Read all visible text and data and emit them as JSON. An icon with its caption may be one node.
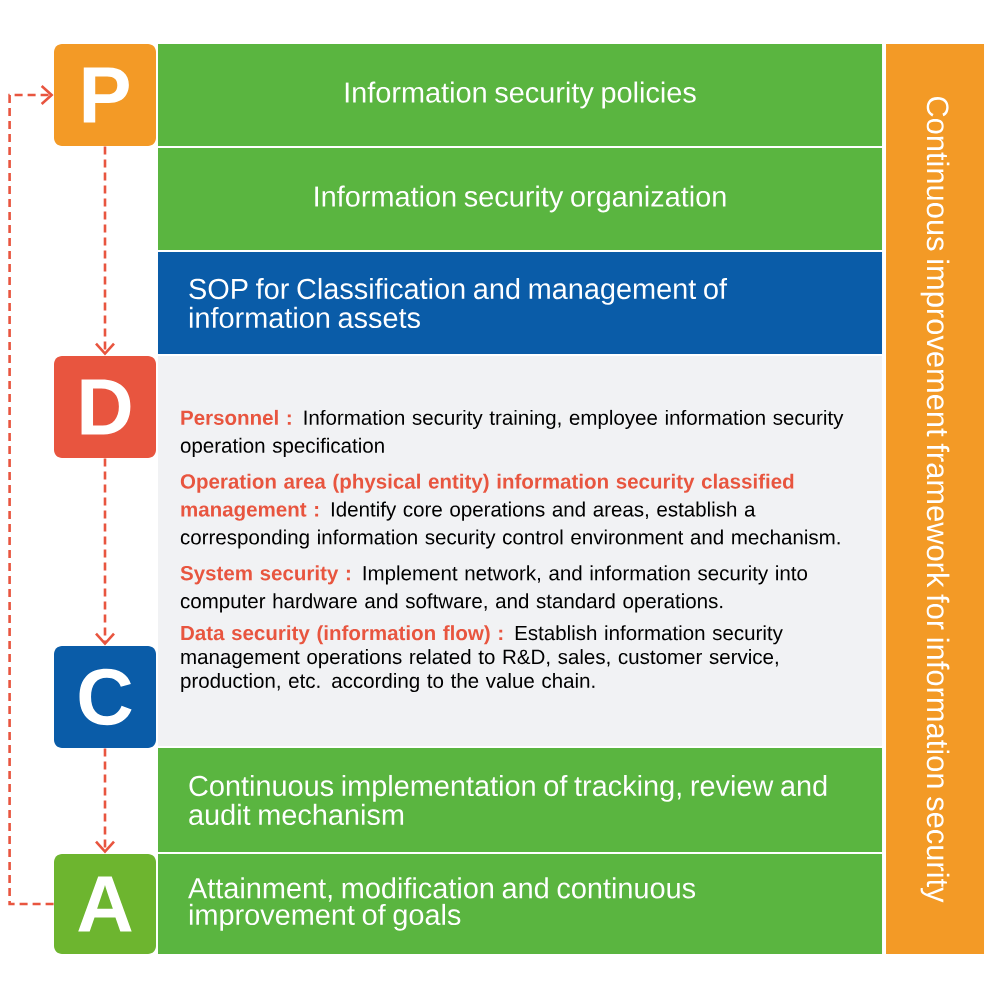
{
  "diagram": {
    "nodes": [
      {
        "text": [
          "P"
        ]
      },
      {
        "text": [
          "D"
        ]
      },
      {
        "text": [
          "C"
        ]
      },
      {
        "text": [
          "A"
        ]
      },
      {
        "text": [
          "Information security policies"
        ]
      },
      {
        "text": [
          "Information security organization"
        ]
      },
      {
        "text": [
          "SOP for Classification and management of information assets"
        ]
      },
      {
        "text": [
          "Personnel :",
          "Information security training, employee information security operation specification",
          "Operation area (physical entity) information security classified management :",
          "Identify core operations and areas, establish a corresponding information security control environment and mechanism.",
          "System security :",
          "Implement network, and information security into computer hardware and software, and standard operations.",
          "Data security (information flow) :",
          "Establish information security management operations related to R&D, sales, customer service, production, etc. according to the value chain."
        ]
      },
      {
        "text": [
          "Continuous implementation of tracking, review and audit mechanism"
        ]
      },
      {
        "text": [
          "Attainment, modification and continuous improvement of goals"
        ]
      },
      {
        "text": [
          "Continuous improvement framework for information security"
        ]
      }
    ],
    "edges": [
      {
        "from": 0,
        "to": 1,
        "arrow": "to",
        "style": "dashed"
      },
      {
        "from": 1,
        "to": 2,
        "arrow": "to",
        "style": "dashed"
      },
      {
        "from": 2,
        "to": 3,
        "arrow": "to",
        "style": "dashed"
      },
      {
        "from": 3,
        "to": 0,
        "arrow": "to",
        "style": "dashed"
      }
    ]
  }
}
